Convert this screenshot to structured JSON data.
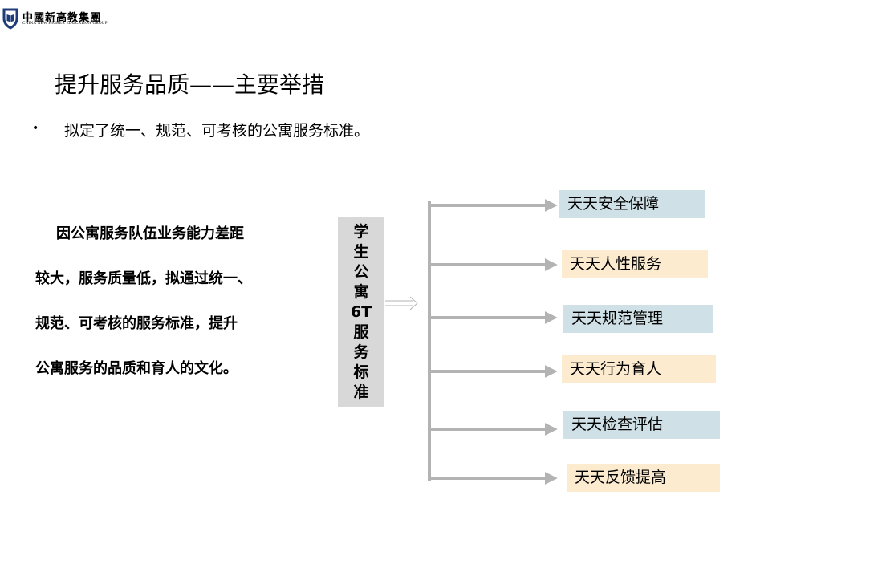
{
  "header": {
    "brand_cn": "中國新高教集團",
    "brand_en": "CHINA NEW HIGHER EDUCATION GROUP",
    "logo_icon": "shield-book-icon"
  },
  "title": "提升服务品质——主要举措",
  "subtitle": "拟定了统一、规范、可考核的公寓服务标准。",
  "bullet": "•",
  "paragraph": {
    "lines": [
      "因公寓服务队伍业务能力差距",
      "较大，服务质量低，拟通过统一、",
      "规范、可考核的服务标准，提升",
      "公寓服务的品质和育人的文化。"
    ]
  },
  "standard_box": {
    "chars": [
      "学",
      "生",
      "公",
      "寓",
      "6T",
      "服",
      "务",
      "标",
      "准"
    ]
  },
  "items": [
    {
      "label": "天天安全保障",
      "color": "#cfe0e6"
    },
    {
      "label": "天天人性服务",
      "color": "#fcebcf"
    },
    {
      "label": "天天规范管理",
      "color": "#cfe0e6"
    },
    {
      "label": "天天行为育人",
      "color": "#fcebcf"
    },
    {
      "label": "天天检查评估",
      "color": "#cfe0e6"
    },
    {
      "label": "天天反馈提高",
      "color": "#fcebcf"
    }
  ]
}
